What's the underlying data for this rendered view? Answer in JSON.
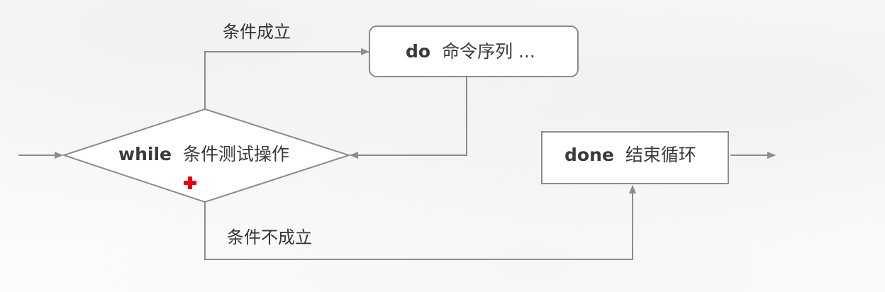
{
  "edges": {
    "true_label": "条件成立",
    "false_label": "条件不成立"
  },
  "nodes": {
    "do": {
      "keyword": "do",
      "text": "命令序列 ..."
    },
    "while": {
      "keyword": "while",
      "text": "条件测试操作"
    },
    "done": {
      "keyword": "done",
      "text": "结束循环"
    }
  },
  "colors": {
    "line": "#8c8c8c",
    "marker": "#e60012"
  }
}
